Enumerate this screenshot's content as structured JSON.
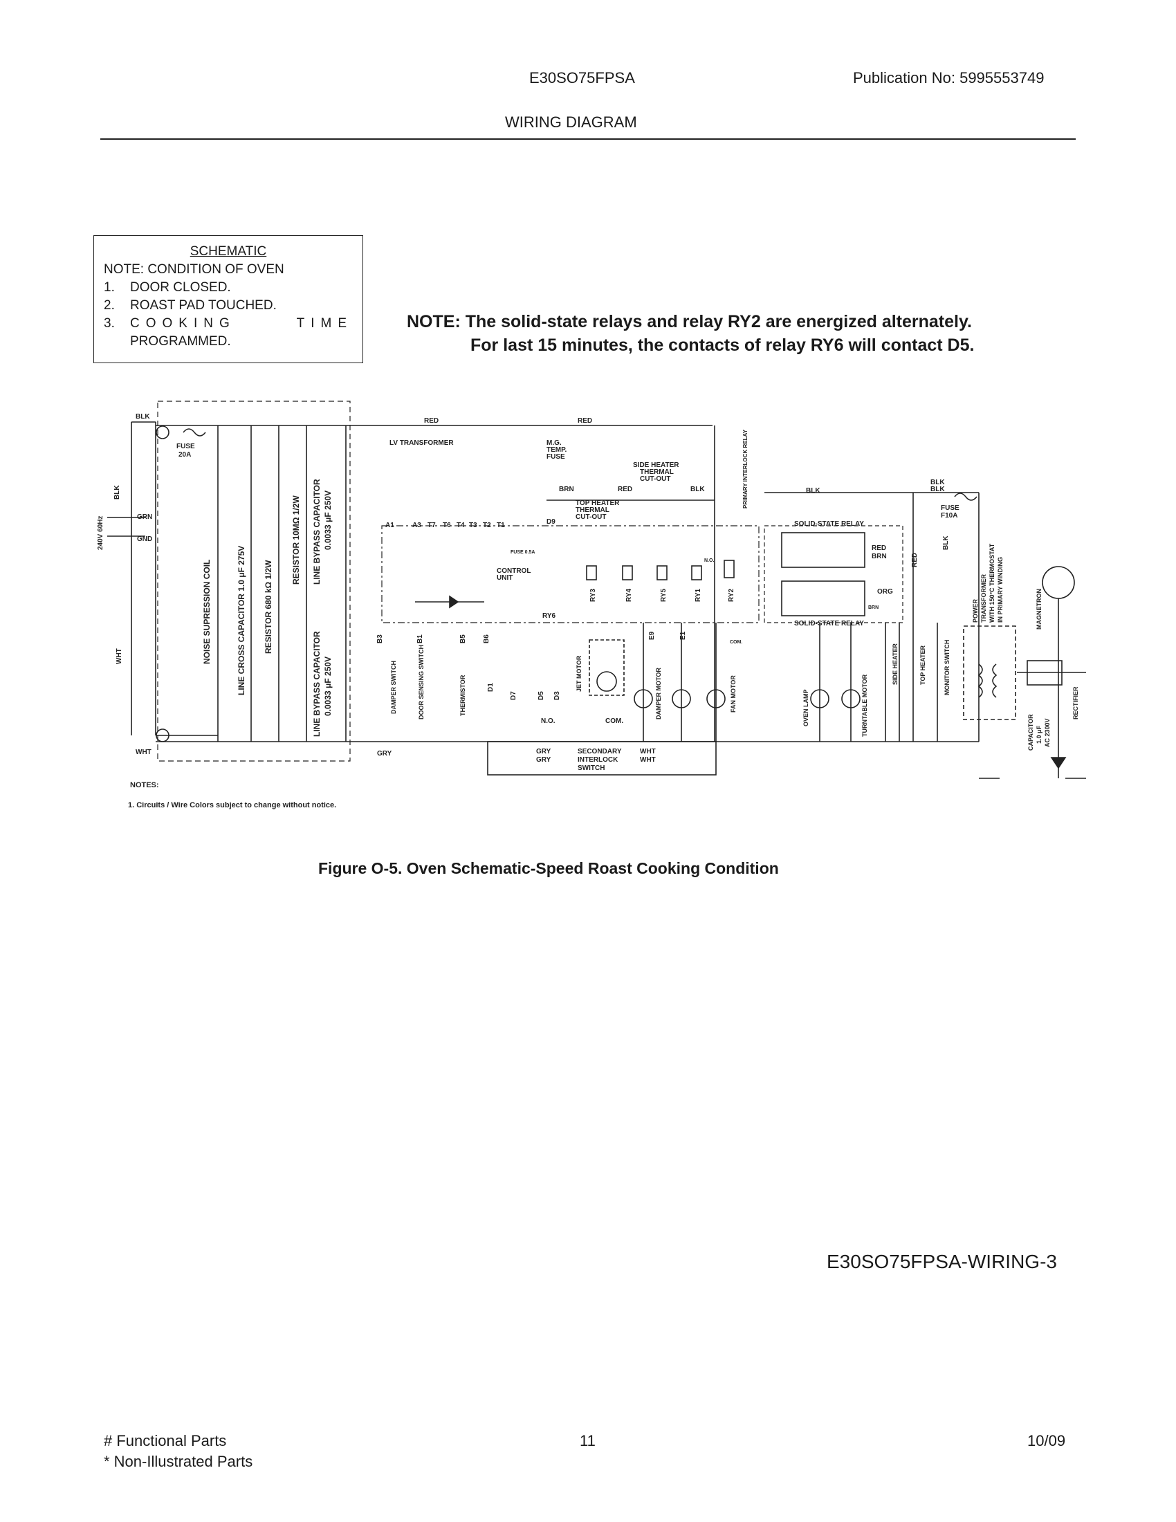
{
  "header": {
    "model": "E30SO75FPSA",
    "publication": "Publication No:  5995553749",
    "title": "WIRING DIAGRAM"
  },
  "schematic_box": {
    "title": "SCHEMATIC",
    "condition": "NOTE: CONDITION OF OVEN",
    "items": [
      {
        "num": "1.",
        "text": "DOOR CLOSED."
      },
      {
        "num": "2.",
        "text": "ROAST PAD TOUCHED."
      },
      {
        "num": "3.",
        "text": "COOKING",
        "text2": "TIME"
      },
      {
        "num": "",
        "text": "PROGRAMMED."
      }
    ]
  },
  "note": {
    "line1": "NOTE: The solid-state relays and relay RY2 are energized alternately.",
    "line2": "For last 15 minutes, the contacts of relay RY6 will contact D5."
  },
  "diagram": {
    "wire_labels": {
      "blk_top": "BLK",
      "blk_side": "BLK",
      "grn": "GRN",
      "gnd": "GND",
      "wht_side": "WHT",
      "wht_bottom": "WHT",
      "power": "240V 60Hz",
      "fuse": "FUSE",
      "fuse_rating": "20A",
      "red1": "RED",
      "red2": "RED",
      "gry_bottom": "GRY",
      "brn_top": "BRN",
      "red_top": "RED",
      "blk_top2": "BLK",
      "blk_right": "BLK",
      "blk_fuse": "BLK",
      "blk_fuse2": "BLK",
      "fuse2": "FUSE",
      "fuse2_rating": "F10A",
      "red_right": "RED",
      "blk_right2": "BLK",
      "red_ssr": "RED",
      "brn_ssr": "BRN",
      "org_ssr": "ORG",
      "brn_ssr2": "BRN"
    },
    "components_vertical": {
      "noise": "NOISE SUPRESSION COIL",
      "line_cross": "LINE CROSS CAPACITOR 1.0 μF 275V",
      "resistor1": "RESISTOR 680 kΩ 1/2W",
      "resistor2": "RESISTOR 10MΩ 1/2W",
      "bypass1a": "LINE BYPASS CAPACITOR",
      "bypass1b": "0.0033 μF 250V",
      "bypass2a": "LINE BYPASS CAPACITOR",
      "bypass2b": "0.0033 μF 250V",
      "damper_sw": "DAMPER SWITCH",
      "door_sw": "DOOR SENSING SWITCH",
      "thermistor": "THERMISTOR",
      "jet_motor": "JET MOTOR",
      "damper_motor": "DAMPER MOTOR",
      "fan_motor": "FAN MOTOR",
      "oven_lamp": "OVEN LAMP",
      "turntable": "TURNTABLE MOTOR",
      "side_heater": "SIDE HEATER",
      "top_heater": "TOP HEATER",
      "monitor_sw": "MONITOR SWITCH",
      "power_tr1": "POWER",
      "power_tr2": "TRANSFORMER",
      "power_tr3": "WITH 150°C THERMOSTAT",
      "power_tr4": "IN PRIMARY WINDING",
      "magnetron": "MAGNETRON",
      "capacitor1": "CAPACITOR",
      "capacitor2": "1.0 μF",
      "capacitor3": "AC 2300V",
      "rectifier": "RECTIFIER",
      "primary_relay": "PRIMARY INTERLOCK RELAY"
    },
    "components": {
      "lv_transformer": "LV TRANSFORMER",
      "mg_temp": "M.G.",
      "mg_temp2": "TEMP.",
      "mg_temp3": "FUSE",
      "side_heater_cutout1": "SIDE HEATER",
      "side_heater_cutout2": "THERMAL",
      "side_heater_cutout3": "CUT-OUT",
      "top_heater_cutout1": "TOP HEATER",
      "top_heater_cutout2": "THERMAL",
      "top_heater_cutout3": "CUT-OUT",
      "control_unit1": "CONTROL",
      "control_unit2": "UNIT",
      "fuse_small": "FUSE 0.5A",
      "ssr1": "SOLID-STATE RELAY",
      "ssr2": "SOLID-STATE RELAY",
      "secondary1": "SECONDARY",
      "secondary2": "INTERLOCK",
      "secondary3": "SWITCH",
      "no": "N.O.",
      "com": "COM.",
      "no2": "N.O.",
      "com2": "COM.",
      "gry1": "GRY",
      "gry2": "GRY",
      "wht1": "WHT",
      "wht2": "WHT"
    },
    "terminals": {
      "a1": "A1",
      "a3": "A3",
      "t7": "T7",
      "t6": "T6",
      "t4": "T4",
      "t3": "T3",
      "t2": "T2",
      "t1": "T1",
      "d9": "D9",
      "ry3": "RY3",
      "ry4": "RY4",
      "ry5": "RY5",
      "ry1": "RY1",
      "ry2": "RY2",
      "ry6": "RY6",
      "b3": "B3",
      "b1": "B1",
      "b5": "B5",
      "b6": "B6",
      "d1": "D1",
      "d7": "D7",
      "d5": "D5",
      "d3": "D3",
      "e9": "E9",
      "e1": "E1"
    },
    "notes_title": "NOTES:",
    "notes_line": "1. Circuits / Wire Colors subject to change without notice."
  },
  "figure_caption": "Figure O-5. Oven Schematic-Speed Roast Cooking Condition",
  "drawing_id": "E30SO75FPSA-WIRING-3",
  "footer": {
    "left1": "# Functional Parts",
    "left2": "* Non-Illustrated Parts",
    "page": "11",
    "date": "10/09"
  }
}
